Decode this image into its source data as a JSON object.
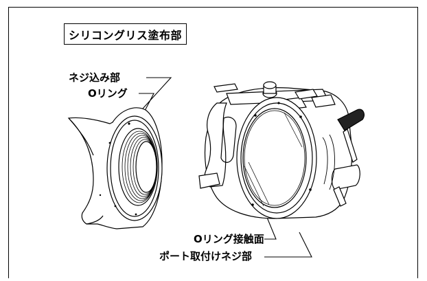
{
  "header": {
    "title": "シリコングリス塗布部"
  },
  "callouts": {
    "thread_area": "ネジ込み部",
    "o_ring": "Oリング",
    "o_ring_contact": "Oリング接触面",
    "port_thread": "ポート取付けネジ部"
  }
}
